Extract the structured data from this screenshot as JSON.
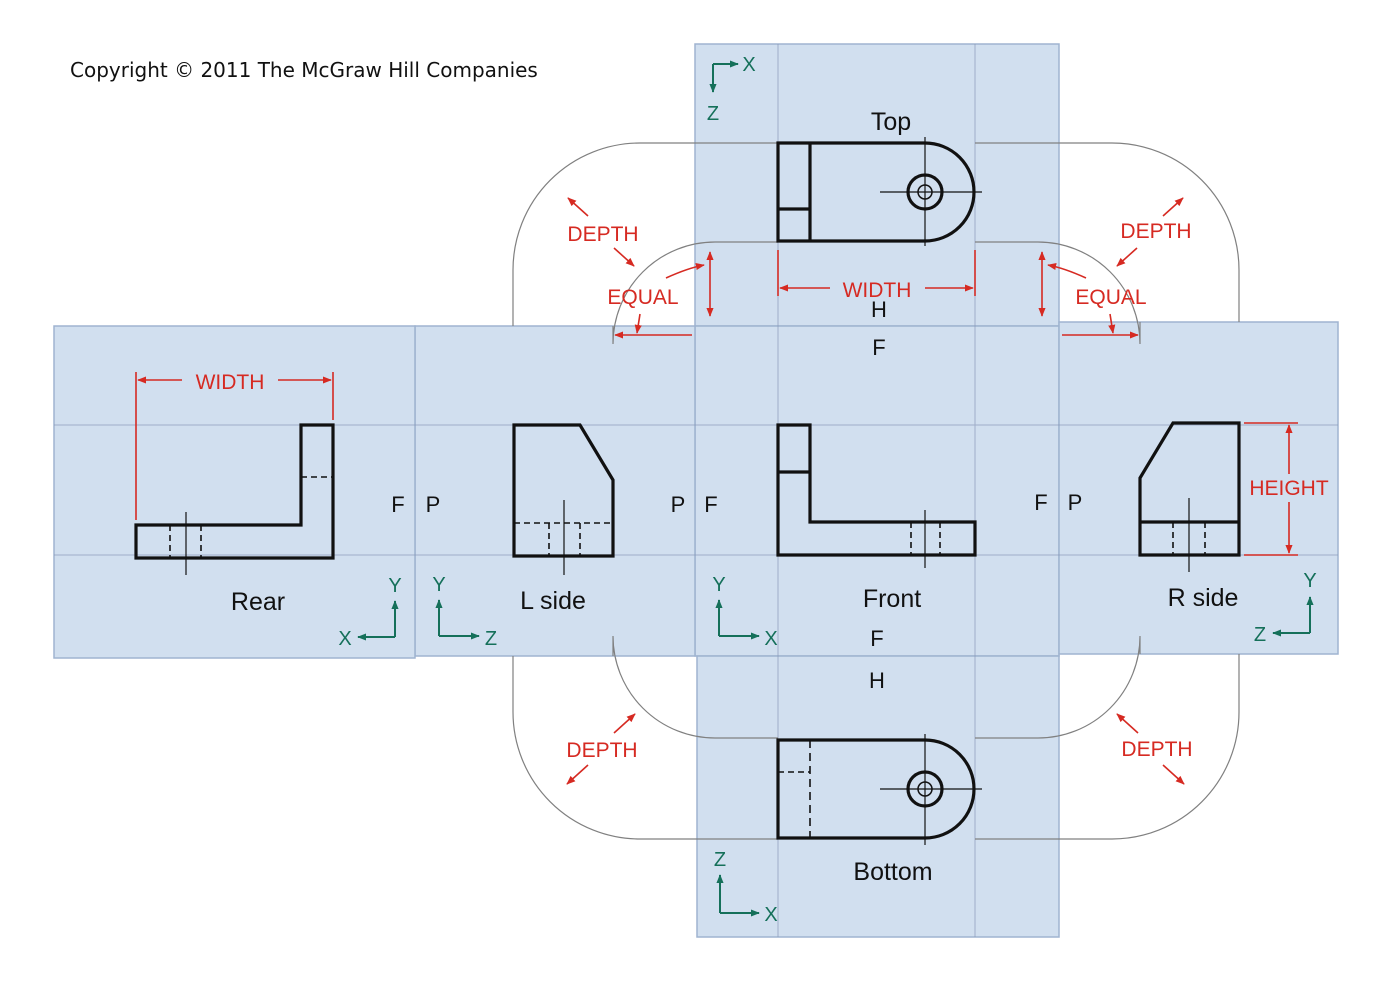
{
  "copyright": "Copyright © 2011 The McGraw Hill Companies",
  "views": {
    "top": "Top",
    "front": "Front",
    "bottom": "Bottom",
    "rear": "Rear",
    "left_side": "L side",
    "right_side": "R side"
  },
  "dimensions": {
    "width": "WIDTH",
    "height": "HEIGHT",
    "depth": "DEPTH",
    "equal": "EQUAL"
  },
  "fold_lines": {
    "frontal": "F",
    "profile": "P",
    "horizontal": "H"
  },
  "axes": {
    "x": "X",
    "y": "Y",
    "z": "Z"
  },
  "colors": {
    "plane_fill": "#c9d9ec",
    "plane_edge": "#9fb4d0",
    "object_line": "#111111",
    "dimension_red": "#d62a22",
    "axis_green": "#15705a",
    "arc_gray": "#808080"
  }
}
